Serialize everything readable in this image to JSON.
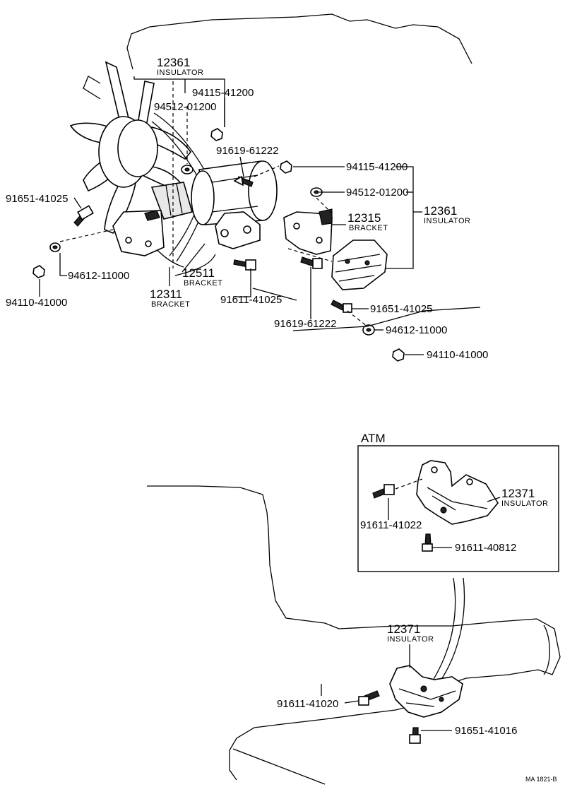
{
  "diagram": {
    "atm_box_title": "ATM",
    "footer_code": "MA 1821-B",
    "upper_labels": {
      "insulator_top_num": "12361",
      "insulator_top_cap": "INSULATOR",
      "nut_top": "94115-41200",
      "washer_top": "94512-01200",
      "bolt_top": "91619-61222",
      "nut_right": "94115-41200",
      "washer_right": "94512-01200",
      "bracket_right_num": "12315",
      "bracket_right_cap": "BRACKET",
      "insulator_right_num": "12361",
      "insulator_right_cap": "INSULATOR",
      "bolt_left": "91651-41025",
      "washer_left": "94612-11000",
      "nut_left": "94110-41000",
      "bracket_mid_num": "12511",
      "bracket_mid_cap": "BRACKET",
      "bracket_low_num": "12311",
      "bracket_low_cap": "BRACKET",
      "bolt_mid": "91611-41025",
      "bolt_mid2": "91619-61222",
      "bolt_right": "91651-41025",
      "washer_right_low": "94612-11000",
      "nut_right_low": "94110-41000"
    },
    "atm_labels": {
      "insulator_num": "12371",
      "insulator_cap": "INSULATOR",
      "bolt_a": "91611-41022",
      "bolt_b": "91611-40812"
    },
    "lower_labels": {
      "insulator_num": "12371",
      "insulator_cap": "INSULATOR",
      "bolt_left": "91611-41020",
      "bolt_bottom": "91651-41016"
    }
  }
}
